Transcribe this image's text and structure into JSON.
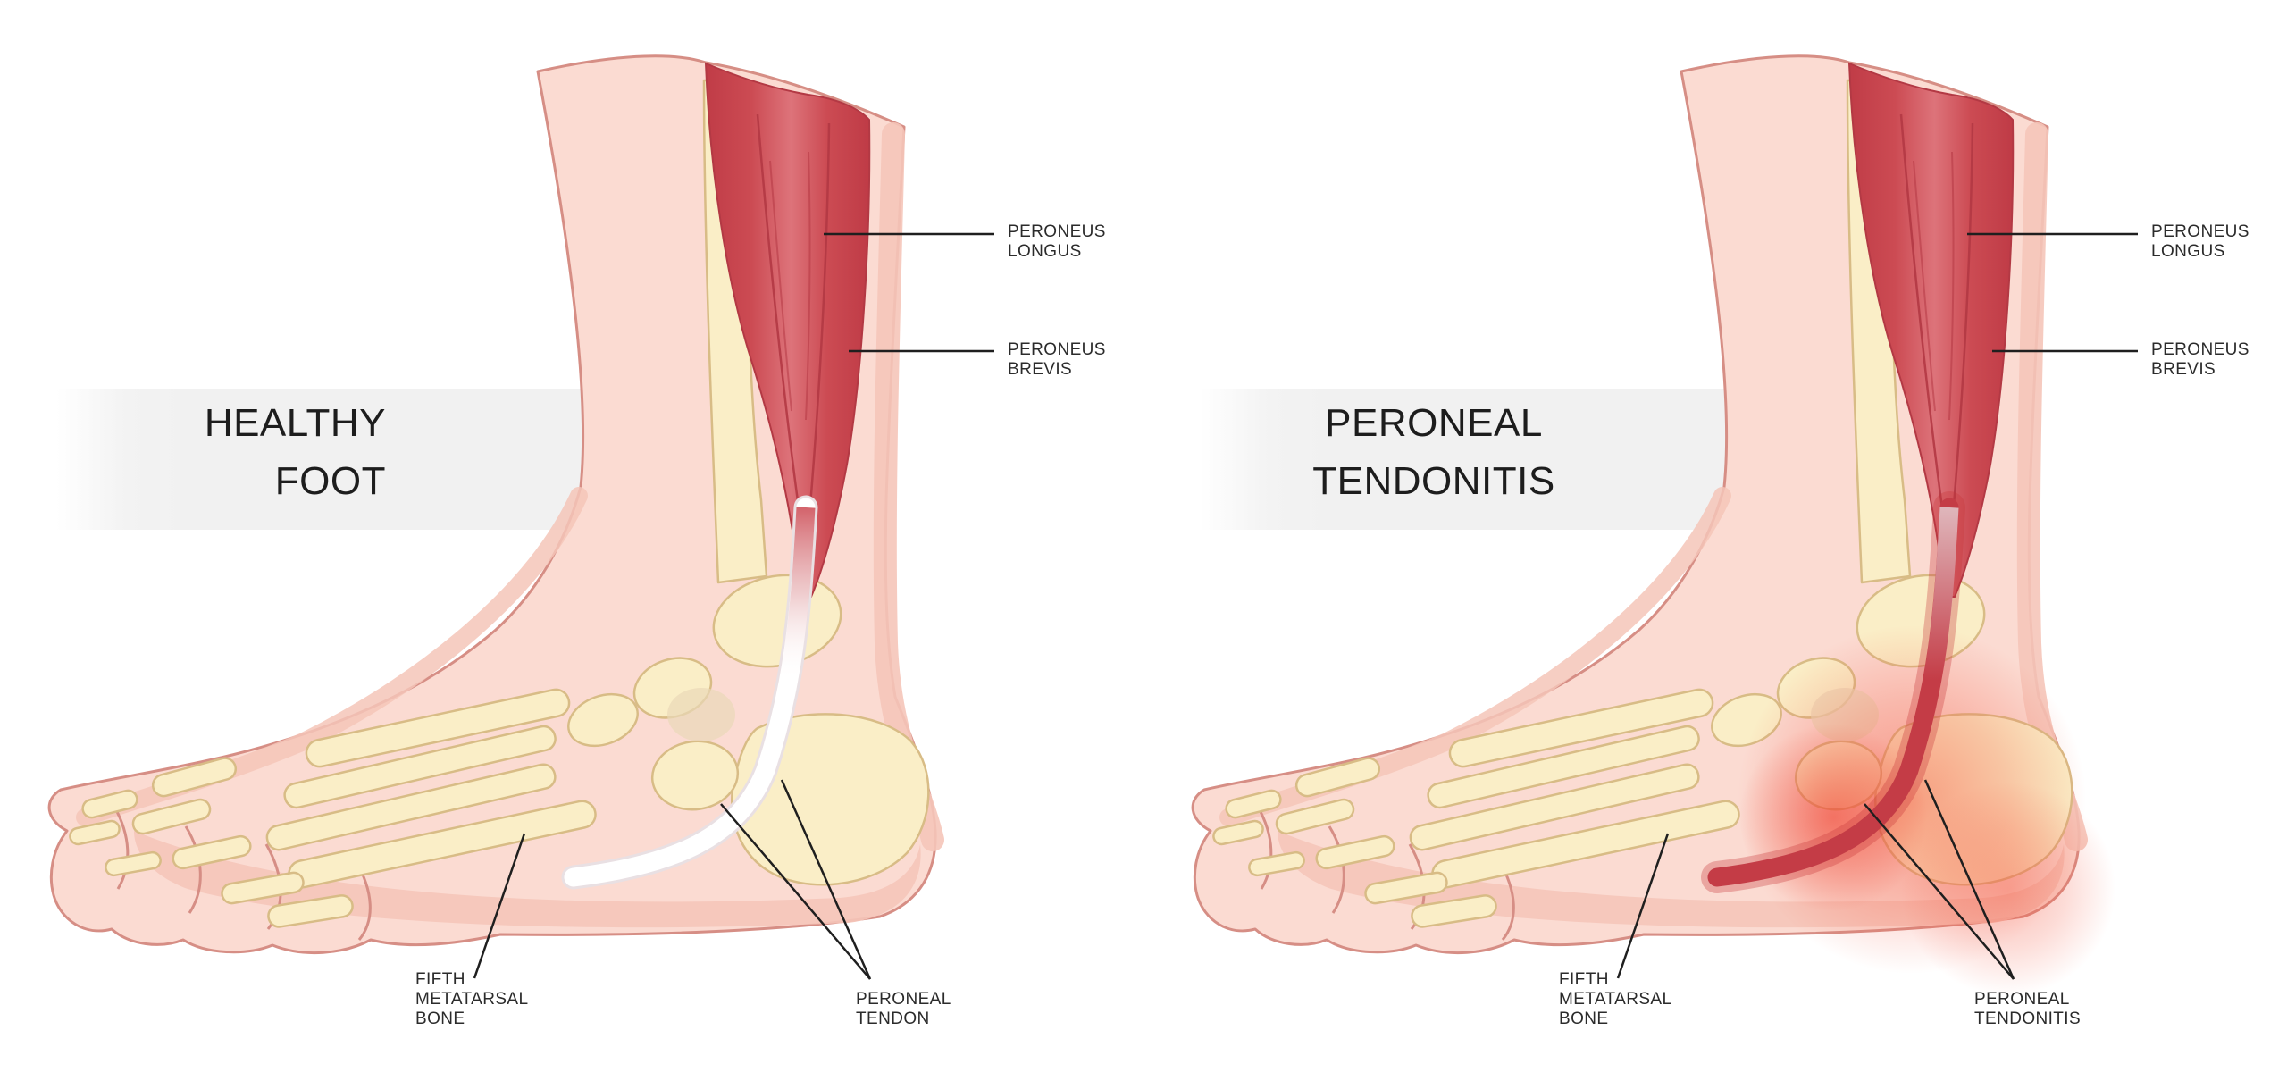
{
  "diagram": {
    "type": "medical-illustration",
    "subject": "peroneal tendonitis comparison",
    "panels": {
      "left": {
        "title": "HEALTHY\nFOOT"
      },
      "right": {
        "title": "PERONEAL\nTENDONITIS"
      }
    },
    "annotations": {
      "peroneus_longus": "PERONEUS\nLONGUS",
      "peroneus_brevis": "PERONEUS\nBREVIS",
      "fifth_metatarsal_bone": "FIFTH\nMETATARSAL\nBONE",
      "peroneal_tendon": "PERONEAL\nTENDON",
      "peroneal_tendonitis": "PERONEAL\nTENDONITIS"
    },
    "colors": {
      "background": "#ffffff",
      "title_band": "#f1f1f1",
      "title_text": "#1d1d1d",
      "label_text": "#2b2b2b",
      "leader_line": "#1f1f1f",
      "skin": "#fbdbd2",
      "skin_shadow": "#f5c5b9",
      "skin_outline": "#d68e85",
      "bone": "#faeec7",
      "bone_outline": "#d8bc86",
      "muscle_dark": "#bf3b46",
      "muscle_light": "#dd737a",
      "tendon_healthy": "#ffffff",
      "tendon_inflamed": "#c43c46",
      "inflammation_glow": "#f45c46"
    }
  }
}
